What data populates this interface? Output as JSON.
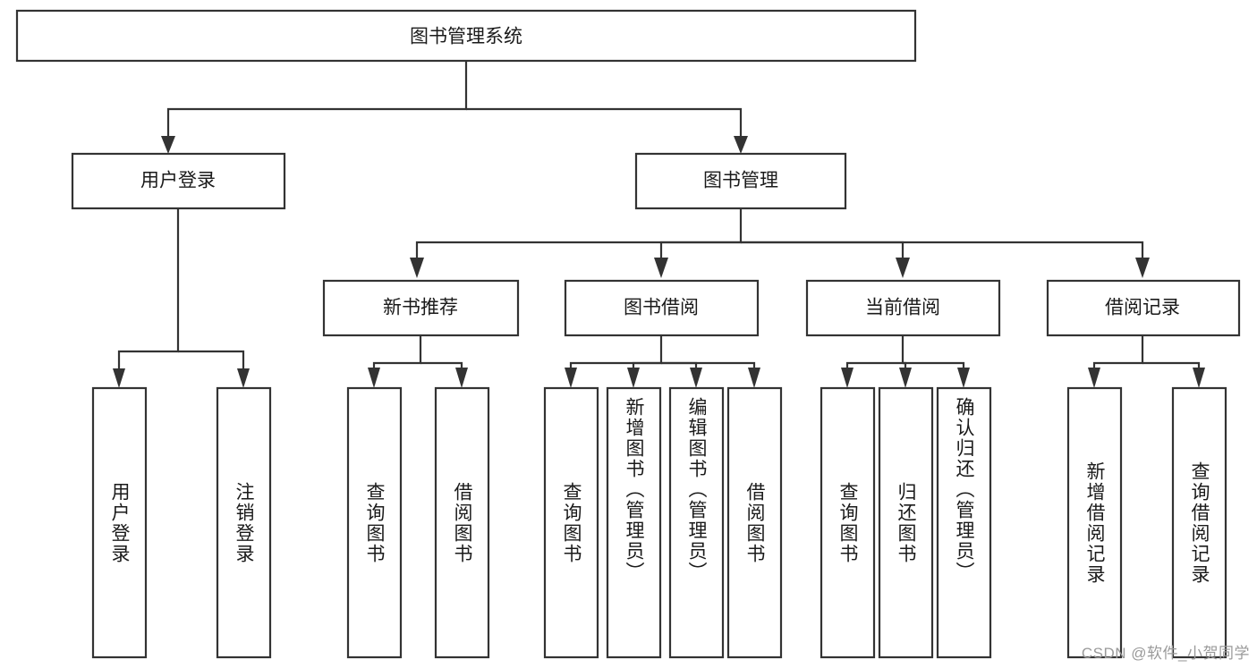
{
  "diagram": {
    "title": "图书管理系统",
    "type": "tree",
    "root": {
      "id": "root",
      "label": "图书管理系统",
      "orientation": "horizontal"
    },
    "level2": [
      {
        "id": "user-login",
        "label": "用户登录",
        "orientation": "horizontal"
      },
      {
        "id": "book-manage",
        "label": "图书管理",
        "orientation": "horizontal"
      }
    ],
    "level3": [
      {
        "id": "new-book-rec",
        "label": "新书推荐",
        "orientation": "horizontal"
      },
      {
        "id": "book-borrow",
        "label": "图书借阅",
        "orientation": "horizontal"
      },
      {
        "id": "current-borrow",
        "label": "当前借阅",
        "orientation": "horizontal"
      },
      {
        "id": "borrow-record",
        "label": "借阅记录",
        "orientation": "horizontal"
      }
    ],
    "leaves": [
      {
        "id": "leaf-user-login",
        "label": "用户登录",
        "parent": "user-login",
        "orientation": "vertical"
      },
      {
        "id": "leaf-logout-login",
        "label": "注销登录",
        "parent": "user-login",
        "orientation": "vertical"
      },
      {
        "id": "leaf-query-book-1",
        "label": "查询图书",
        "parent": "new-book-rec",
        "orientation": "vertical"
      },
      {
        "id": "leaf-borrow-book-1",
        "label": "借阅图书",
        "parent": "new-book-rec",
        "orientation": "vertical"
      },
      {
        "id": "leaf-query-book-2",
        "label": "查询图书",
        "parent": "book-borrow",
        "orientation": "vertical"
      },
      {
        "id": "leaf-add-book",
        "label": "新增图书（管理员）",
        "parent": "book-borrow",
        "orientation": "vertical"
      },
      {
        "id": "leaf-edit-book",
        "label": "编辑图书（管理员）",
        "parent": "book-borrow",
        "orientation": "vertical"
      },
      {
        "id": "leaf-borrow-book-2",
        "label": "借阅图书",
        "parent": "book-borrow",
        "orientation": "vertical"
      },
      {
        "id": "leaf-query-book-3",
        "label": "查询图书",
        "parent": "current-borrow",
        "orientation": "vertical"
      },
      {
        "id": "leaf-return-book",
        "label": "归还图书",
        "parent": "current-borrow",
        "orientation": "vertical"
      },
      {
        "id": "leaf-confirm-return",
        "label": "确认归还（管理员）",
        "parent": "current-borrow",
        "orientation": "vertical"
      },
      {
        "id": "leaf-add-record",
        "label": "新增借阅记录",
        "parent": "borrow-record",
        "orientation": "vertical"
      },
      {
        "id": "leaf-query-record",
        "label": "查询借阅记录",
        "parent": "borrow-record",
        "orientation": "vertical"
      }
    ],
    "colors": {
      "stroke": "#333333",
      "fill": "#ffffff",
      "text": "#1a1a1a",
      "background": "#ffffff",
      "watermark": "#9a9a9a"
    }
  },
  "watermark": {
    "text": "CSDN @软件_小贺同学"
  }
}
